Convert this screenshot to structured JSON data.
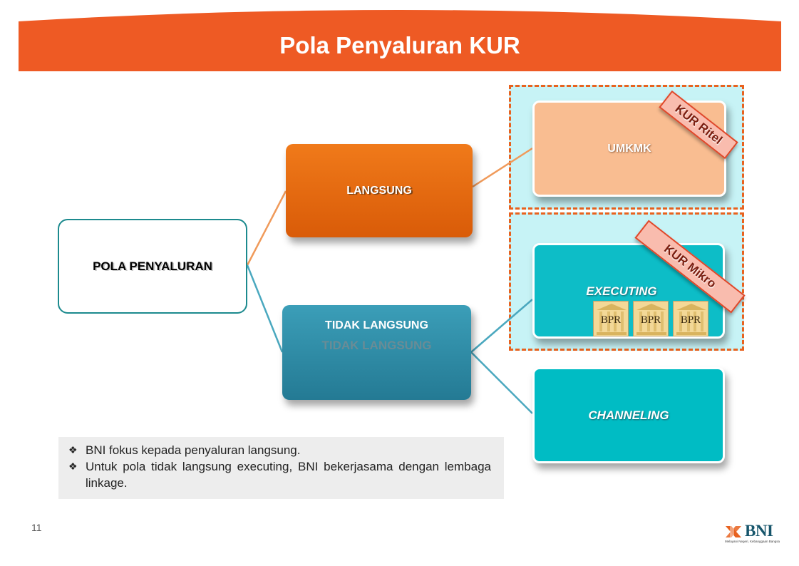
{
  "title": "Pola Penyaluran KUR",
  "colors": {
    "banner": "#ee5a24",
    "orange": "#e8670f",
    "teal_dark": "#2d8aa6",
    "cyan": "#0dbdc7",
    "peach": "#f9bd91",
    "zone_fill": "#c7f3f6",
    "zone_border": "#e8621f"
  },
  "diagram": {
    "root": "POLA PENYALURAN",
    "langsung": "LANGSUNG",
    "tidak_langsung": "TIDAK LANGSUNG",
    "tidak_langsung_echo": "TIDAK LANGSUNG",
    "umkmk": "UMKMK",
    "executing": "EXECUTING",
    "channeling": "CHANNELING",
    "bpr_label": "BPR",
    "bpr_count": 3,
    "tag_ritel": "KUR Ritel",
    "tag_mikro": "KUR Mikro"
  },
  "notes": {
    "bullet": "❖",
    "items": [
      "BNI fokus kepada penyaluran langsung.",
      "Untuk pola tidak langsung executing, BNI bekerjasama dengan lembaga linkage."
    ]
  },
  "footer": {
    "page_number": "11",
    "logo_text": "BNI",
    "logo_tagline": "Melayani Negeri, Kebanggaan Bangsa",
    "logo_icon": "bni-46-icon"
  }
}
